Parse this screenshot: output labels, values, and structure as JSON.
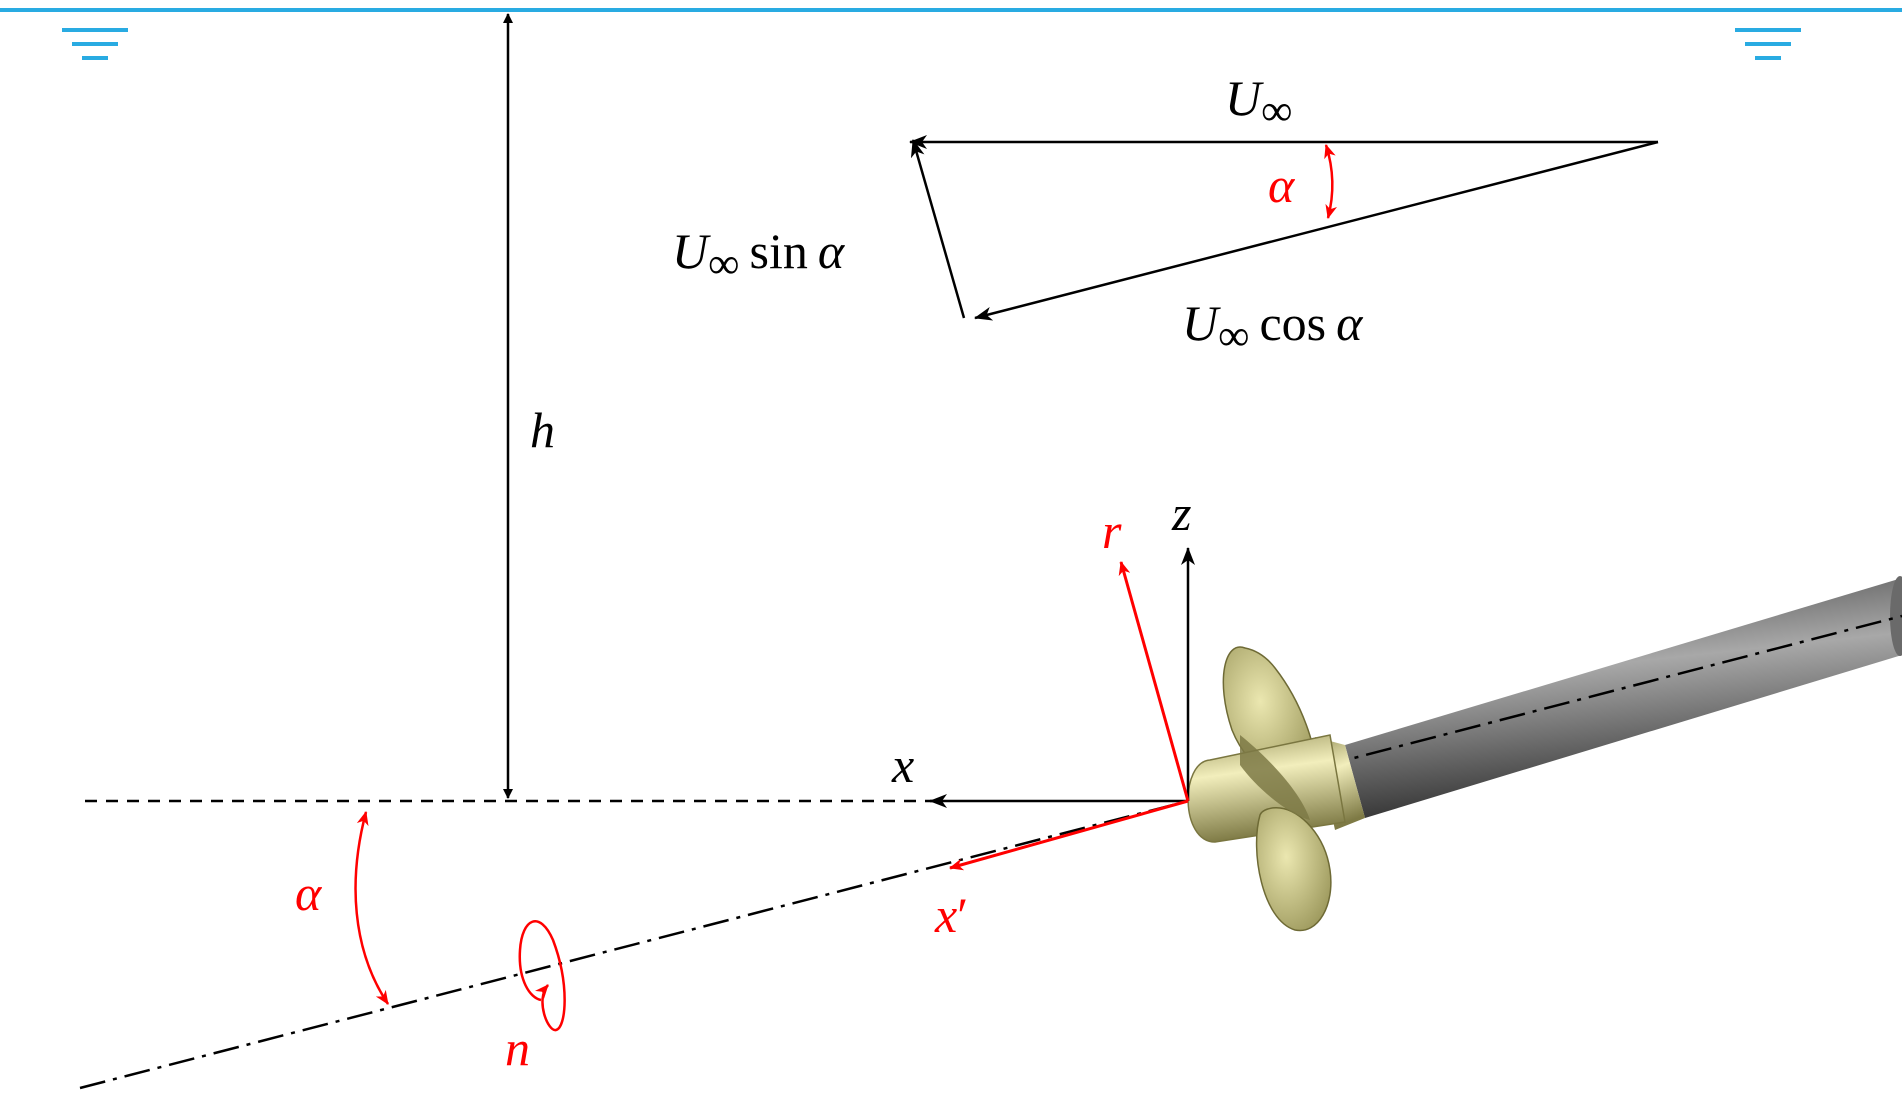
{
  "colors": {
    "water": "#29abe2",
    "black": "#000000",
    "red": "#ff0000",
    "propeller": "#d8d49a",
    "propeller_dark": "#8a864d",
    "shaft": "#555555",
    "shaft_light": "#9a9a9a",
    "hub": "#e4e0a8"
  },
  "icons": {
    "water_surface_symbol": "water-level-icon"
  },
  "labels": {
    "depth": "h",
    "u_inf_base": "U",
    "u_inf_sub": "∞",
    "sin_word": "sin",
    "cos_word": "cos",
    "alpha": "α",
    "axis_z": "z",
    "axis_r": "r",
    "axis_x": "x",
    "axis_x_prime_base": "x",
    "axis_x_prime_mark": "′",
    "rotation": "n"
  }
}
